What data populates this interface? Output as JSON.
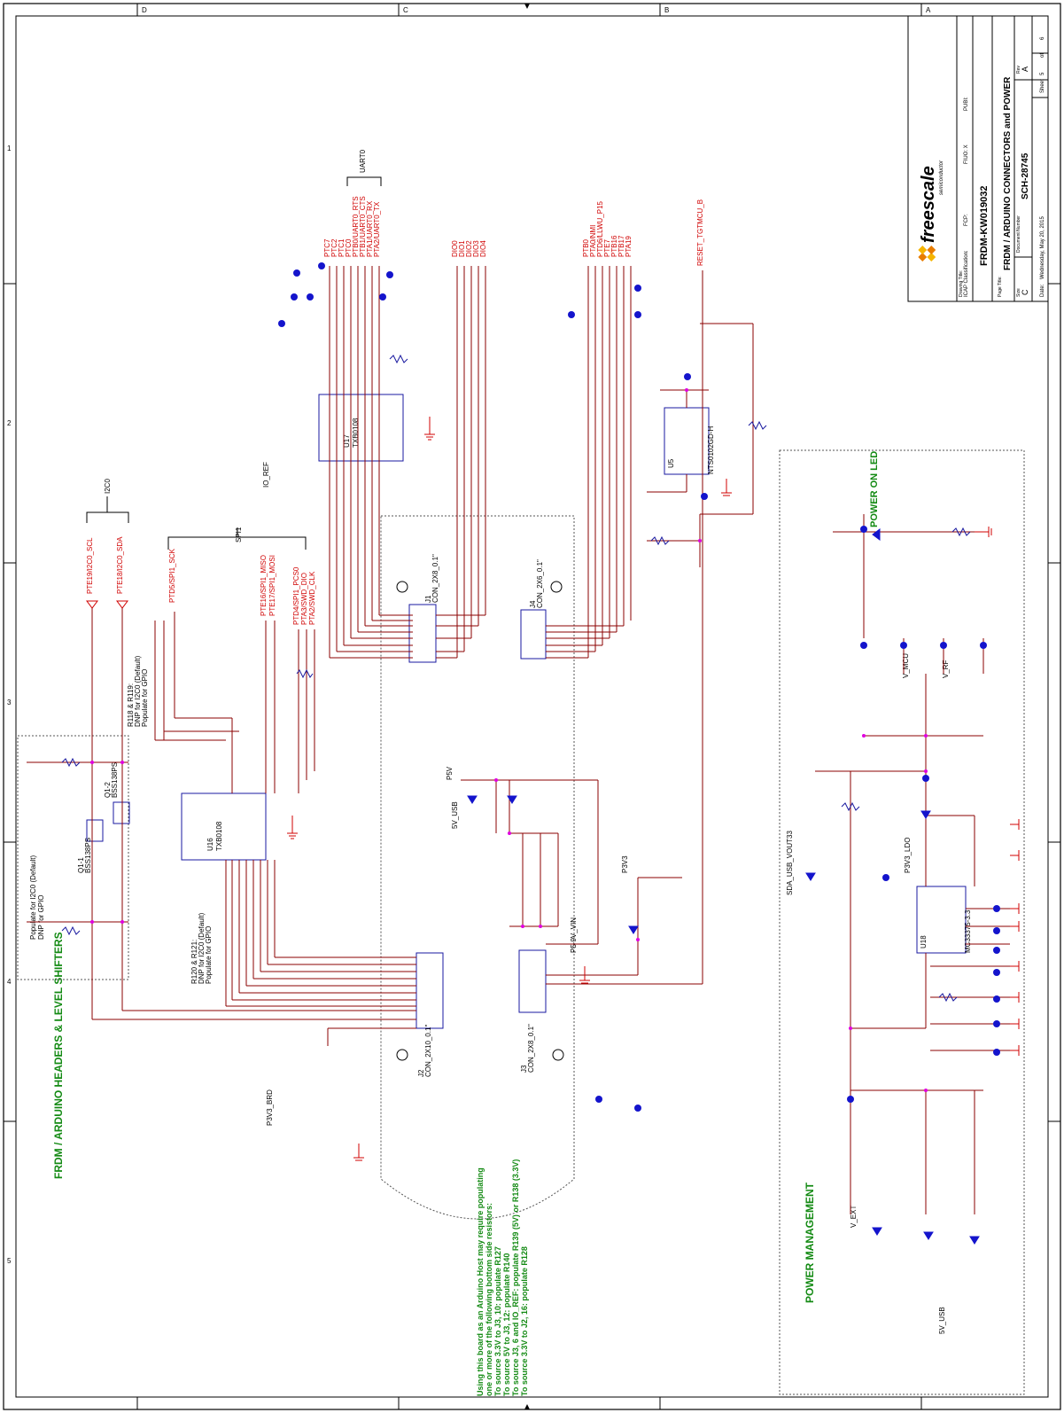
{
  "title_block": {
    "company": "freescale",
    "company_sub": "semiconductor",
    "classification_label": "ICAP Classification:",
    "classification_values": [
      "FCP:",
      "FIUO: X",
      "PUBI:"
    ],
    "drawing_title_label": "Drawing Title:",
    "drawing_title": "FRDM-KW019032",
    "page_title_label": "Page Title:",
    "page_title": "FRDM / ARDUINO CONNECTORS and POWER",
    "size_label": "Size",
    "size": "C",
    "doc_number_label": "Document Number",
    "doc_number": "SCH-28745",
    "rev_label": "Rev",
    "rev": "A",
    "date_label": "Date:",
    "date": "Wednesday, May 20, 2015",
    "sheet_label": "Sheet",
    "sheet": "5",
    "of_label": "of",
    "of": "6"
  },
  "border_markers": {
    "top": [
      "D",
      "C",
      "B",
      "A"
    ],
    "left": [
      "1",
      "2",
      "3",
      "4",
      "5"
    ]
  },
  "sections": {
    "frdm_arduino": "FRDM / ARDUINO HEADERS & LEVEL SHIFTERS",
    "power_management": "POWER MANAGEMENT",
    "power_on_led": "POWER ON LED",
    "i2c0": "I2C0",
    "spi1": "SPI1",
    "uart0": "UART0"
  },
  "notes": {
    "arduino_host": [
      "Using this board as an Arduino Host may require populating",
      "one or more of the following bottom side resistors:",
      "To source 3.3V to J3, 10: populate R127",
      "To source 5V to J3, 12: populate R140",
      "To source J3, 6 and IO_REF: populate R139 (5V) or R138 (3.3V)",
      "To source 3.3V to J2, 16: populate R128"
    ],
    "i2c_populate": [
      "Populate for I2C0 (Default)",
      "DNP for GPIO"
    ],
    "r118_r119": [
      "R118 & R119:",
      "DNP for I2C0 (Default)",
      "Populate for GPIO"
    ],
    "r120_r121": [
      "R120 & R121:",
      "DNP for I2C0 (Default)",
      "Populate for GPIO"
    ]
  },
  "components": {
    "u16": {
      "ref": "U16",
      "part": "TXB0108"
    },
    "u17": {
      "ref": "U17",
      "part": "TXB0108"
    },
    "u5": {
      "ref": "U5",
      "part": "NTS0102GD-H"
    },
    "u18": {
      "ref": "U18",
      "part": "MC33375-3.3"
    },
    "j1": {
      "ref": "J1",
      "part": "CON_2X8_0.1\""
    },
    "j2": {
      "ref": "J2",
      "part": "CON_2X10_0.1\""
    },
    "j3": {
      "ref": "J3",
      "part": "CON_2X8_0.1\""
    },
    "j4": {
      "ref": "J4",
      "part": "CON_2X6_0.1\""
    },
    "q1_1": {
      "ref": "Q1-1",
      "part": "BSS138PS"
    },
    "q1_2": {
      "ref": "Q1-2",
      "part": "BSS138PS"
    }
  },
  "nets": {
    "i2c": [
      "PTE19/I2C0_SCL",
      "PTE18/I2C0_SDA"
    ],
    "spi": [
      "PTD5/SPI1_SCK",
      "PTE16/SPI1_MISO",
      "PTE17/SPI1_MOSI",
      "PTD4/SPI1_PCS0",
      "PTA3/SWD_DIO",
      "PTA2/SWD_CLK"
    ],
    "uart": [
      "PTC7",
      "PTC2",
      "PTC1",
      "PTC0",
      "PTB0/UART0_RTS",
      "PTB1/UART0_CTS",
      "PTA1/UART0_RX",
      "PTA2/UART0_TX"
    ],
    "dio": [
      "DIO0",
      "DIO1",
      "DIO2",
      "DIO3",
      "DIO4"
    ],
    "misc": [
      "PTB0",
      "PTA0/NMI",
      "PTD6/LLWU_P15",
      "PTE7",
      "PTB16",
      "PTB17",
      "PTA19"
    ],
    "reset": "RESET_TGTMCU_B",
    "power": [
      "P3V3_BRD",
      "IO_REF",
      "P5V",
      "P3V3",
      "P5-9V_VIN",
      "V_EXT",
      "5V_USB",
      "SDA_USB_VOUT33",
      "P3V3_LDO",
      "V_MCU",
      "V_RF",
      "5V_USB"
    ]
  }
}
